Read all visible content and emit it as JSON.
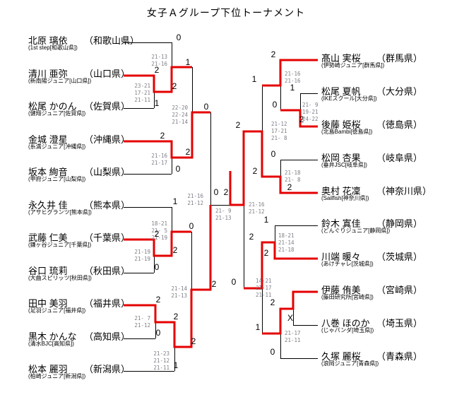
{
  "title": "女子Ａグループ下位トーナメント",
  "left_players": [
    {
      "name": "北原 璃依",
      "pref": "（和歌山県）",
      "club": "(1st step[和歌山県])"
    },
    {
      "name": "清川 亜弥",
      "pref": "（山口県）",
      "club": "(新南陽ジュニア[山口県])"
    },
    {
      "name": "松尾 かのん",
      "pref": "（佐賀県）",
      "club": "(健翔ジュニア[佐賀県])"
    },
    {
      "name": "金城 澄星",
      "pref": "（沖縄県）",
      "club": "(糸満ジュニア[沖縄県])"
    },
    {
      "name": "坂本 絢音",
      "pref": "（山梨県）",
      "club": "(甲府ジュニア[山梨県])"
    },
    {
      "name": "永久井 佳",
      "pref": "（熊本県）",
      "club": "(アサヒグランツ[熊本県])"
    },
    {
      "name": "武藤 仁美",
      "pref": "（千葉県）",
      "club": "(鎌ヶ谷ジュニア[千葉県])"
    },
    {
      "name": "谷口 琉莉",
      "pref": "（秋田県）",
      "club": "(大曲スピリッツ[秋田県])"
    },
    {
      "name": "田中 美羽",
      "pref": "（福井県）",
      "club": "(足羽ジュニア[福井県])"
    },
    {
      "name": "黒木 かんな",
      "pref": "（高知県）",
      "club": "(清水BJC[高知県])"
    },
    {
      "name": "松本 麗羽",
      "pref": "（新潟県）",
      "club": "(柏崎ジュニア[新潟県])"
    }
  ],
  "right_players": [
    {
      "name": "髙山 実桜",
      "pref": "（群馬県）",
      "club": "(伊勢崎ジュニア[群馬県])"
    },
    {
      "name": "松尾 夏帆",
      "pref": "（大分県）",
      "club": "(IKEスクール[大分県])"
    },
    {
      "name": "後藤 姫桜",
      "pref": "（徳島県）",
      "club": "(北島Bambi[徳島県])"
    },
    {
      "name": "松岡 杏果",
      "pref": "（岐阜県）",
      "club": "(垂井JSC[岐阜県])"
    },
    {
      "name": "奥村 花凜",
      "pref": "（神奈川県）",
      "club": "(Sailfish[神奈川県])"
    },
    {
      "name": "鈴木 寘佳",
      "pref": "（静岡県）",
      "club": "(どんぐりジュニア[静岡県])"
    },
    {
      "name": "川端 暖々",
      "pref": "（茨城県）",
      "club": "(あけチャレ[茨城県])"
    },
    {
      "name": "伊藤 侑美",
      "pref": "（宮崎県）",
      "club": "(藤田研究所[宮崎県])"
    },
    {
      "name": "八巻 ほのか",
      "pref": "（埼玉県）",
      "club": "(じゃパンダ[埼玉県])"
    },
    {
      "name": "久塚 麗桜",
      "pref": "（青森県）",
      "club": "(浪岡ジュニア[青森県])"
    }
  ],
  "scores": {
    "l_r1_kiyokawa_matsuo": "23-21\n17-21\n21-11",
    "l_r2_kitahara_kiyokawa": "21-13\n21-16",
    "l_r2_kinjo_sakamoto": "21-16\n21-17",
    "l_qf_top": "22-20\n22-24\n21-14",
    "l_r1_muto_taniguchi": "21-19\n21-19",
    "l_r2_nagakui_muto": "18-21\n21- 5\n21-19",
    "l_r1_tanaka_kuroki": "21- 7\n21-12",
    "l_r2_tanaka_matsumoto": "21-23\n21-12\n21-11",
    "l_qf_bottom": "21-14\n21-13",
    "l_sf": "21-16\n21-12",
    "final": "21- 9\n21-13",
    "r_sf": "21-16\n21-12",
    "r_r1_matsuo_goto": "21- 9\n19-21\n24-22",
    "r_r2_takayama_goto": "21-16\n21-16",
    "r_r2_matsuoka_okumura": "21-18\n21- 8",
    "r_qf_top": "21-12\n17-21\n21- 8",
    "r_r2_suzuki_kawabata": "18-21\n21-14\n21-18",
    "r_qf_bottom": "14-21\n21-17\n21-11",
    "r_r2_ito_hizuka": "21-17\n21-11"
  },
  "counts": {
    "kitahara_r2": "0",
    "kiyokawa_r1": "2",
    "matsuok_r1": "1",
    "kiyokawa_r2": "2",
    "kinjo_r2": "2",
    "sakamoto_r2": "0",
    "kiyokawa_qf": "1",
    "kinjo_qf": "2",
    "kinjo_sf": "0",
    "nagakui_r2": "1",
    "muto_r1": "2",
    "taniguchi_r1": "0",
    "muto_r2": "2",
    "muto_qf": "0",
    "tanaka_r1": "2",
    "kuroki_r1": "0",
    "tanaka_r2": "2",
    "matsumoto_r2": "1",
    "tanaka_qf": "2",
    "tanaka_sf": "2",
    "final_left": "0",
    "final_right": "2",
    "takayama_r2": "2",
    "matsuon_r1": "1",
    "goto_r1": "2",
    "goto_r2": "0",
    "takayama_qf": "1",
    "matsuoka_r2": "0",
    "okumura_r2": "2",
    "okumura_qf": "2",
    "okumura_sf": "2",
    "suzuki_r2": "1",
    "kawabata_r2": "2",
    "kawabata_qf": "2",
    "kawabata_sf": "0",
    "ito_r2": "2",
    "yamaki_r1": "X",
    "hizuka_r2": "0",
    "ito_qf": "1"
  },
  "colors": {
    "winner_path": "#e50000",
    "line": "#000000",
    "score_text": "#7d7d88"
  }
}
